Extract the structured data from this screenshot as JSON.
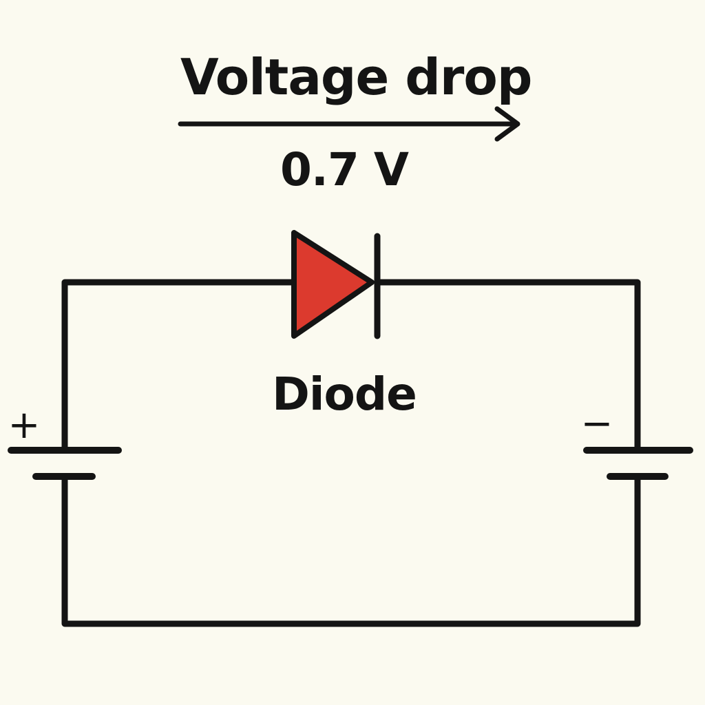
{
  "diagram": {
    "title": "Voltage drop",
    "voltage_value": "0.7 V",
    "component_label": "Diode",
    "positive_terminal": "+",
    "negative_terminal": "−"
  },
  "colors": {
    "background": "#fbfaf0",
    "wire": "#141414",
    "diode_fill": "#dc3a2e"
  }
}
